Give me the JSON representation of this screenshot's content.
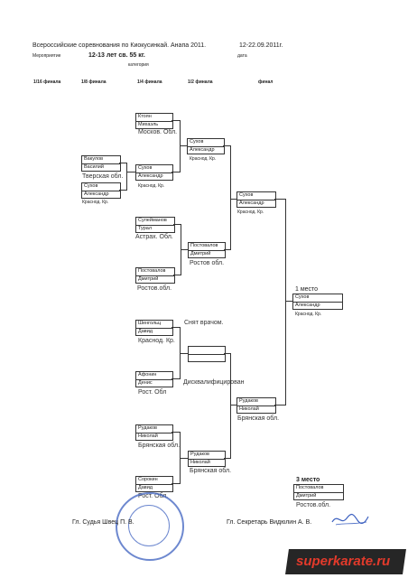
{
  "header": {
    "title": "Всероссийские соревнования по Киокусинкай. Анапа 2011.",
    "dates": "12-22.09.2011г.",
    "event_label": "Мероприятие",
    "category_value": "12-13 лет св. 55 кг.",
    "date_label": "дата",
    "category_label": "категория"
  },
  "rounds": [
    "1/16 финала",
    "1/8 финала",
    "1/4 финала",
    "1/2 финала",
    "финал"
  ],
  "boxes": {
    "q1a": [
      "Ктоян",
      "Михаэль"
    ],
    "q1b": [
      "Сухов",
      "Александр"
    ],
    "s1a": [
      "Сухов",
      "Александр"
    ],
    "r8a": [
      "Вакулов",
      "Василий"
    ],
    "r8b": [
      "Сухов",
      "Александр"
    ],
    "q2a": [
      "Сулейманов",
      "Турал"
    ],
    "s2a": [
      "Постовалов",
      "Дмитрий"
    ],
    "q2b": [
      "Постовалов",
      "Дмитрий"
    ],
    "semi1": [
      "Сухов",
      "Александр"
    ],
    "first": [
      "Сухов",
      "Александр"
    ],
    "q3a": [
      "Шенгольц",
      "Давид"
    ],
    "q3b": [
      "Афонин",
      "Денис"
    ],
    "semi2": [
      "Рудаков",
      "Николай"
    ],
    "q4a": [
      "Рудаков",
      "Николай"
    ],
    "s4b": [
      "Рудаков",
      "Николай"
    ],
    "q4b": [
      "Сорокин",
      "Давид"
    ],
    "third": [
      "Постовалов",
      "Дмитрий"
    ]
  },
  "regions": {
    "q1a": "Москов. Обл.",
    "s1a": "Краснод. Кр.",
    "r8a": "Тверская обл.",
    "r8b": "Краснод. Кр.",
    "q1b": "Краснод. Кр.",
    "s1b": "Краснод. Кр.",
    "q2a": "Астрах. Обл.",
    "s2a": "Ростов обл.",
    "q2b": "Ростов.обл.",
    "q3a": "Краснод. Кр.",
    "q3b": "Рост. Обл",
    "semi2": "Брянская обл.",
    "q4a": "Брянская обл.",
    "s4b": "Брянская обл.",
    "q4b": "Рост. Обл.",
    "third": "Ростов.обл.",
    "first": "Краснод. Кр."
  },
  "notes": {
    "removed": "Снят врачом.",
    "disq": "Дисквалифицирован"
  },
  "places": {
    "first": "1 место",
    "third": "3 место"
  },
  "footer": {
    "judge": "Гл. Судья   Швец П. В.",
    "secretary": "Гл. Секретарь   Видюлин А. В."
  },
  "watermark": "superkarate.ru"
}
